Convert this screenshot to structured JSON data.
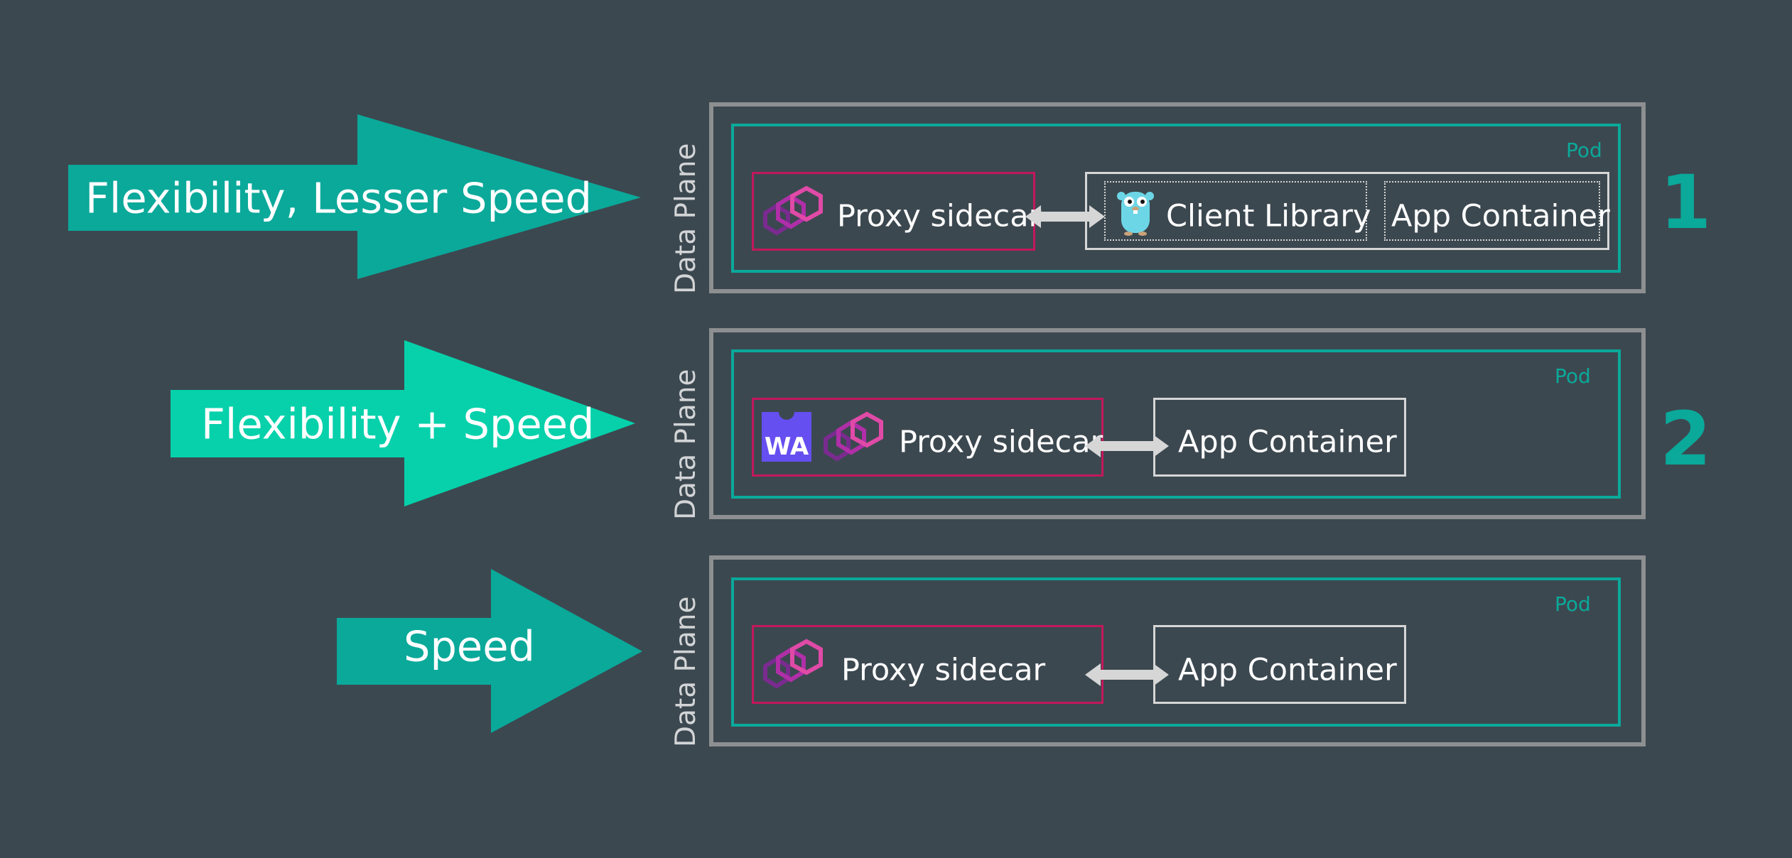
{
  "arrows": [
    {
      "label": "Flexibility, Lesser Speed",
      "color": "#0aa99a"
    },
    {
      "label": "Flexibility + Speed",
      "color": "#06d1ab"
    },
    {
      "label": "Speed",
      "color": "#0aa99a"
    }
  ],
  "data_plane_label": "Data Plane",
  "pod_label": "Pod",
  "rows": [
    {
      "proxy_label": "Proxy sidecar",
      "client_library_label": "Client Library",
      "app_label": "App Container",
      "number": "1"
    },
    {
      "proxy_label": "Proxy sidecar",
      "wasm_badge": "WA",
      "app_label": "App Container",
      "number": "2"
    },
    {
      "proxy_label": "Proxy sidecar",
      "app_label": "App Container"
    }
  ],
  "colors": {
    "background": "#3c4850",
    "teal": "#0aa99a",
    "proxy_border": "#c2185b",
    "envoy_icon": "#d63bb5",
    "wasm": "#654ff0",
    "outer_border": "#8d8f91"
  },
  "icons": {
    "envoy": "envoy-logo-icon",
    "gopher": "go-gopher-icon",
    "wasm": "webassembly-icon",
    "arrow": "double-arrow-icon"
  }
}
